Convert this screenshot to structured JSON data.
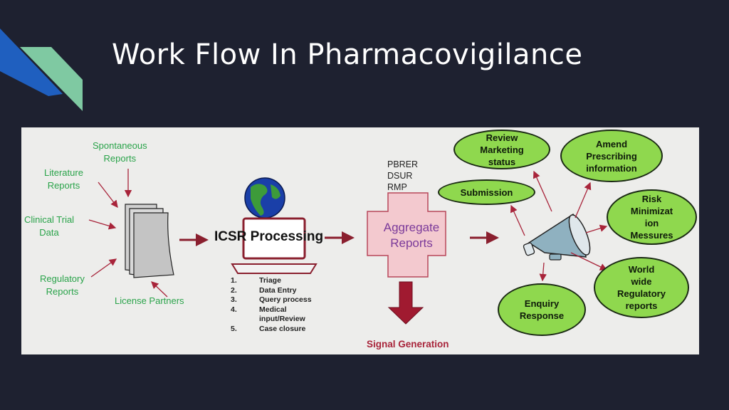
{
  "slide": {
    "title": "Work Flow In Pharmacovigilance",
    "accent_colors": [
      "#1f5fbf",
      "#7fc9a2"
    ]
  },
  "sources": {
    "spontaneous": "Spontaneous\nReports",
    "literature": "Literature\nReports",
    "clinical_trial": "Clinical Trial\nData",
    "regulatory": "Regulatory\nReports",
    "license": "License Partners"
  },
  "icsr": {
    "label": "ICSR Processing",
    "steps": [
      {
        "num": "1.",
        "text": "Triage"
      },
      {
        "num": "2.",
        "text": "Data Entry"
      },
      {
        "num": "3.",
        "text": "Query process"
      },
      {
        "num": "4.",
        "text": "Medical\ninput/Review"
      },
      {
        "num": "5.",
        "text": "Case closure"
      }
    ]
  },
  "aggregate": {
    "reports_list": [
      "PBRER",
      "DSUR",
      "RMP"
    ],
    "label": "Aggregate\nReports",
    "signal": "Signal Generation"
  },
  "outputs": {
    "review": "Review\nMarketing\nstatus",
    "submission": "Submission",
    "amend": "Amend\nPrescribing\ninformation",
    "risk": "Risk\nMinimizat\nion\nMessures",
    "world": "World\nwide\nRegulatory\nreports",
    "enquiry": "Enquiry\nResponse"
  },
  "colors": {
    "source_text": "#2aa34a",
    "arrow": "#a8243a",
    "ellipse_fill": "#8fd84e",
    "cross_fill": "#f3c9cf",
    "aggregate_text": "#7b3a9a"
  }
}
